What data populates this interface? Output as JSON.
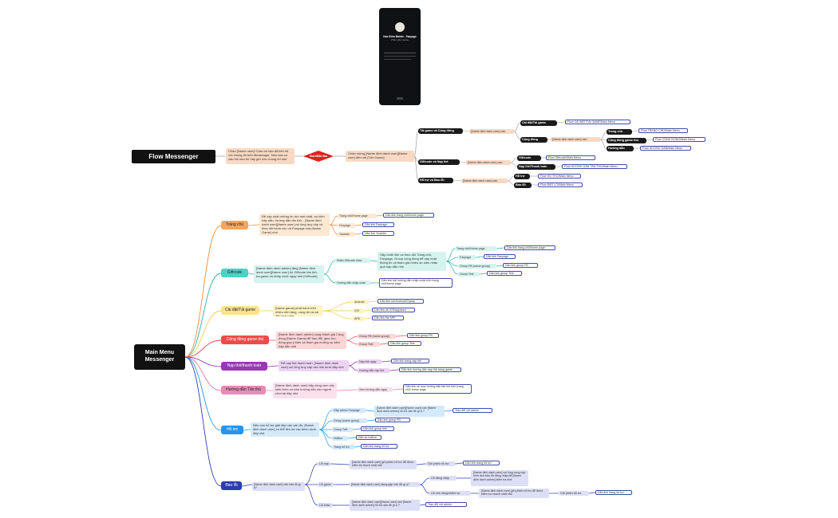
{
  "colors": {
    "line_top": "#9e9e9e",
    "red": "#d62b2b",
    "orange": "#f08c3a",
    "teal": "#26b3a5",
    "yellow": "#f2c94c",
    "pink_red": "#e8464f",
    "purple": "#8e2ea8",
    "pink": "#e07aaa",
    "blue": "#2196f3",
    "navy": "#2b3bb0"
  },
  "phone": {
    "name": "Hoa Kiếm Mobile - Fanpage",
    "subtitle": "Phần mềm Game",
    "icon": "avatar-icon"
  },
  "messenger": {
    "root": "Flow Messenger",
    "intro": "Chào [Name user]! Cám ơn bạn đã liên hệ với chúng tôi trên Messenger. Nếu bạn có câu hỏi nào thì hãy gửi cho chúng tôi nhé",
    "start": "Start/Bắt đầu",
    "greeting": "Chào mừng [Name định danh user][Name user] đến với [Tên Game].",
    "branches": [
      {
        "label": "Tải game và Cộng đồng",
        "define": "[Name định danh user] cần:"
      },
      {
        "label": "Giftcode và Nạp thẻ",
        "define": "[Name định danh user] cần:"
      },
      {
        "label": "Hỗ trợ và Báo lỗi",
        "define": "[Name định danh user] cần:"
      }
    ],
    "sub": {
      "cai_dat": "Cài đặt/Tải game",
      "cong_dong": "Cộng đồng",
      "cong_dong_define": "[Name định danh user] cần:",
      "trang_chu": "Trang chủ",
      "cong_dong_game": "Cộng đồng game thủ",
      "huong_dan": "Hướng dẫn",
      "giftcode": "Giftcode",
      "nap_the": "Nạp thẻ/Thanh toán",
      "ho_tro": "Hỗ trợ",
      "bao_loi": "Báo lỗi"
    },
    "flows": {
      "cai_dat": "Flow CÀI ĐẶT/TẢI GAME/Main Menu",
      "trang_chu": "Flow TRANG CHỦ/Main Menu",
      "cong_dong": "Flow CỘNG ĐỒNG/Main Menu",
      "huong_dan": "Flow HƯỚNG DẪN/Main Menu",
      "giftcode": "Flow Giftcode/Main Menu",
      "nap_the": "Flow HƯỚNG DẪN TÂN THỦ/Main Menu",
      "ho_tro": "Flow HỖ TRỢ/Main Menu",
      "bao_loi": "Flow BÁO LỖI/Main Menu"
    }
  },
  "main_menu": {
    "root": "Main Menu Messenger",
    "trang_chu": {
      "label": "Trang chủ",
      "desc": "Để cập nhật những tin tức mới nhất, sự kiện hấp dẫn, hướng dẫn tân thủ... [Name định danh user][Name user] vui lòng truy cập và theo dõi kênh chủ và Fanpage của [Name Game] nhé",
      "items": [
        {
          "k": "Trang chủ/Home page",
          "v": "Dẫn link trang chủ/home page"
        },
        {
          "k": "Fanpage",
          "v": "Dẫn link Fanpage"
        },
        {
          "k": "Youtube",
          "v": "Dẫn link Youtube"
        }
      ]
    },
    "giftcode": {
      "label": "Giftcode",
      "desc": "[Name định danh admin] tặng [Name định danh user][Name user] bộ Giftcode tân thủ, ba game và nhập code ngay nhé [Giftcode]",
      "nhan": "Nhận Giftcode khác",
      "nhan_desc": "Hãy nhấn like và theo dõi Trang chủ, Fanpage, Group cộng đồng để cập nhật thông tin và tham gia nhiều sự kiện nhận quà hấp dẫn nhé",
      "items": [
        {
          "k": "Trang chủ/Home page",
          "v": "Dẫn link trang chủ/home page"
        },
        {
          "k": "Fanpage",
          "v": "Dẫn link Fanpage"
        },
        {
          "k": "Group FB [name group]",
          "v": "Dẫn link group FB"
        },
        {
          "k": "Group Tele",
          "v": "Dẫn link group Tele"
        }
      ],
      "huong_dan": "Hướng dẫn nhập code",
      "huong_dan_v": "Dẫn link bài hướng dẫn nhập code trên trang chủ/home page"
    },
    "cai_dat": {
      "label": "Cài đặt/Tải game",
      "desc": "[Name game] phát hành trên nhiều nền tảng, cùng tải và cài đặt ngay nhé.",
      "items": [
        {
          "k": "Android",
          "v": "Dẫn link cài Android/Chplay"
        },
        {
          "k": "IOS",
          "v": "Dẫn link tải IOS/Appstore"
        },
        {
          "k": "APK",
          "v": "Dẫn link file APK"
        }
      ]
    },
    "cong_dong": {
      "label": "Cộng đồng game thủ",
      "desc": "[Name định danh admin] cung thành giá Cộng đồng [Name Game] để trao đổi, giao lưu, đóng góp ý kiến và tham gia những sự kiện hấp dẫn nhé",
      "items": [
        {
          "k": "Group FB [name group]",
          "v": "Dẫn link group FB"
        },
        {
          "k": "Group Tele",
          "v": "Dẫn link group Tele"
        }
      ]
    },
    "nap_the": {
      "label": "Nạp thẻ/thanh toán",
      "desc": "Để nạp thẻ thanh toán, [Name định danh user] vui lòng truy cập vào link dưới đây nhé",
      "items": [
        {
          "k": "Nạp thẻ ngay",
          "v": "Dẫn link trang nạp thẻ"
        },
        {
          "k": "Hướng dẫn nạp thẻ",
          "v": "Dẫn link hướng dẫn nạp thẻ trang game"
        }
      ]
    },
    "tan_thu": {
      "label": "Hướng dẫn Tân thủ",
      "desc": "[Name định danh user] hãy cùng xem các kiến thức cơ bản hướng dẫn cho người chơi tại đây nhé",
      "k": "Xem hướng dẫn ngay",
      "v": "Dẫn link về mục hướng dẫn tân thủ trên trang chủ/ home page"
    },
    "ho_tro": {
      "label": "Hỗ trợ",
      "desc": "Nếu cần hỗ trợ giải đáp các vấn đề, [Name định danh user] có thể liên hệ các kênh dưới đây nhé.",
      "admin": {
        "k": "Gặp admin Fanpage",
        "q": "[Name định danh user][Name user] cần [Name định danh admin] hỗ trợ vấn đề gì ạ ?",
        "v": "Trao đổi với admin"
      },
      "items": [
        {
          "k": "Group [name group]",
          "v": "Dẫn link group FB"
        },
        {
          "k": "Group Tele",
          "v": "Dẫn link group tele"
        },
        {
          "k": "Hotline",
          "v": "Dẫn số hotline"
        },
        {
          "k": "Trang hỗ trợ",
          "v": "Dẫn link trang hỗ trợ"
        }
      ]
    },
    "bao_loi": {
      "label": "Báo lỗi",
      "desc": "[Name định danh user] cần báo lỗi gì ạ?",
      "nap": {
        "k": "Lỗi nạp",
        "q": "[Name định danh user] gửi phiếu hỗ trợ để được kiểm tra thanh nhất nhé",
        "s": "Gửi phiếu hỗ trợ",
        "v": "Dẫn link trang hỗ trợ"
      },
      "game": {
        "k": "Lỗi game",
        "q": "[Name định danh user] đang gặp vấn đề gì ạ?",
        "a": {
          "k": "Lỗi đăng nhập",
          "v": "[Name định danh user] vui lòng cung cấp hình ảnh báo lỗi đăng nhập để [Name định danh admin] kiểm tra nhé."
        },
        "b": {
          "k": "Lỗi tính năng/nhiệm vụ",
          "v": "[Name định danh user] gửi phiếu hỗ trợ để được kiểm tra nhanh nhất nhé",
          "s": "Gửi phiếu hỗ trợ",
          "l": "Dẫn link trang hỗ trợ"
        }
      },
      "khac": {
        "k": "Lỗi khác",
        "q": "[Name định danh user][Name user] cần [Name định danh admin] hỗ trợ vấn đề gì ạ ?",
        "v": "Trao đổi với admin"
      }
    }
  }
}
